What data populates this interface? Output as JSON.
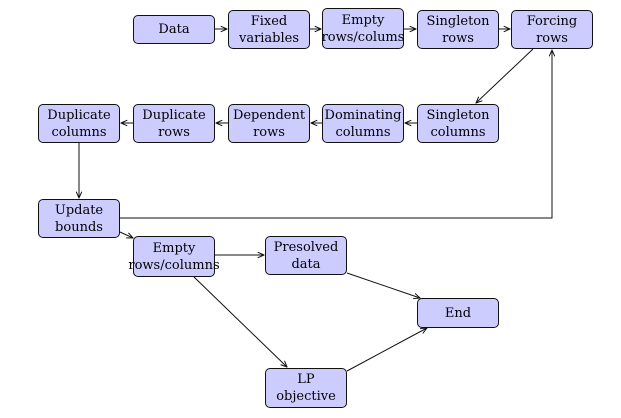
{
  "diagram": {
    "nodes": {
      "data": {
        "lines": [
          "Data"
        ]
      },
      "fixed": {
        "lines": [
          "Fixed",
          "variables"
        ]
      },
      "empty1": {
        "lines": [
          "Empty",
          "rows/colums"
        ]
      },
      "singrows": {
        "lines": [
          "Singleton",
          "rows"
        ]
      },
      "forcing": {
        "lines": [
          "Forcing",
          "rows"
        ]
      },
      "singcols": {
        "lines": [
          "Singleton",
          "columns"
        ]
      },
      "domcols": {
        "lines": [
          "Dominating",
          "columns"
        ]
      },
      "deprows": {
        "lines": [
          "Dependent",
          "rows"
        ]
      },
      "duprows": {
        "lines": [
          "Duplicate",
          "rows"
        ]
      },
      "dupcols": {
        "lines": [
          "Duplicate",
          "columns"
        ]
      },
      "update": {
        "lines": [
          "Update",
          "bounds"
        ]
      },
      "empty2": {
        "lines": [
          "Empty",
          "rows/columns"
        ]
      },
      "presolved": {
        "lines": [
          "Presolved",
          "data"
        ]
      },
      "end": {
        "lines": [
          "End"
        ]
      },
      "lp": {
        "lines": [
          "LP",
          "objective"
        ]
      }
    },
    "edges": [
      {
        "from": "data",
        "to": "fixed"
      },
      {
        "from": "fixed",
        "to": "empty1"
      },
      {
        "from": "empty1",
        "to": "singrows"
      },
      {
        "from": "singrows",
        "to": "forcing"
      },
      {
        "from": "forcing",
        "to": "singcols"
      },
      {
        "from": "singcols",
        "to": "domcols"
      },
      {
        "from": "domcols",
        "to": "deprows"
      },
      {
        "from": "deprows",
        "to": "duprows"
      },
      {
        "from": "duprows",
        "to": "dupcols"
      },
      {
        "from": "dupcols",
        "to": "update"
      },
      {
        "from": "update",
        "to": "forcing"
      },
      {
        "from": "update",
        "to": "empty2"
      },
      {
        "from": "empty2",
        "to": "presolved"
      },
      {
        "from": "empty2",
        "to": "lp"
      },
      {
        "from": "presolved",
        "to": "end"
      },
      {
        "from": "lp",
        "to": "end"
      }
    ],
    "colors": {
      "node_fill": "#ccccff",
      "node_border": "#111111",
      "edge": "#111111"
    }
  }
}
